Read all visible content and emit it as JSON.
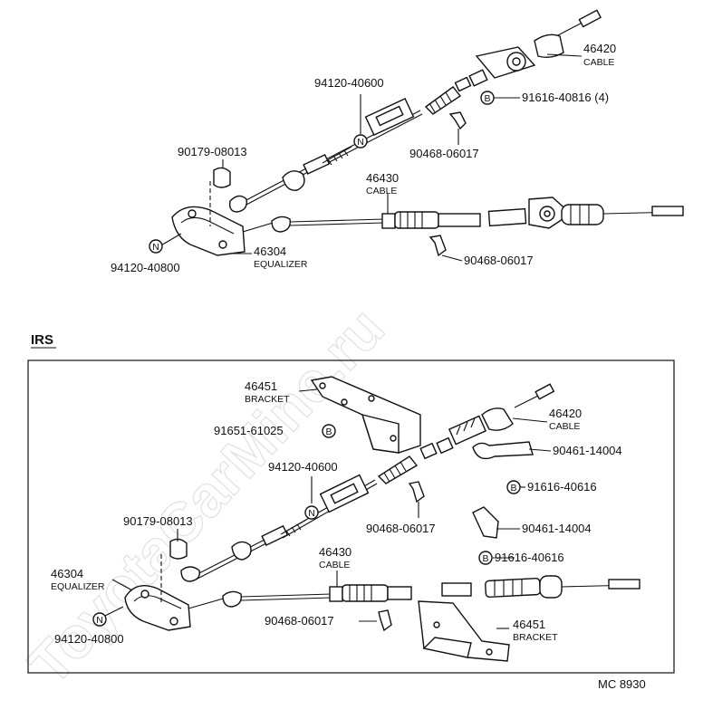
{
  "top": {
    "labels": {
      "p46420": "46420",
      "p46420_sub": "CABLE",
      "p94120_40600": "94120-40600",
      "p91616_40816": "91616-40816 (4)",
      "p90179": "90179-08013",
      "p90468_a": "90468-06017",
      "p46430": "46430",
      "p46430_sub": "CABLE",
      "p46304": "46304",
      "p46304_sub": "EQUALIZER",
      "p94120_40800": "94120-40800",
      "p90468_b": "90468-06017"
    },
    "symbols": {
      "n1": "N",
      "b1": "B",
      "n2": "N"
    }
  },
  "irs": {
    "section_title": "IRS",
    "labels": {
      "p46451_a": "46451",
      "p46451_a_sub": "BRACKET",
      "p46420": "46420",
      "p46420_sub": "CABLE",
      "p91651": "91651-61025",
      "p90461_a": "90461-14004",
      "p94120_40600": "94120-40600",
      "p91616_a": "91616-40616",
      "p90468_a": "90468-06017",
      "p90179": "90179-08013",
      "p90461_b": "90461-14004",
      "p91616_b": "91616-40616",
      "p46430": "46430",
      "p46430_sub": "CABLE",
      "p46304": "46304",
      "p46304_sub": "EQUALIZER",
      "p46451_b": "46451",
      "p46451_b_sub": "BRACKET",
      "p90468_b": "90468-06017",
      "p94120_40800": "94120-40800"
    },
    "symbols": {
      "b1": "B",
      "n1": "N",
      "b2": "B",
      "b3": "B",
      "n2": "N"
    }
  },
  "footer": {
    "code": "MC 8930"
  },
  "watermark": "ToyotaCarMine.ru"
}
